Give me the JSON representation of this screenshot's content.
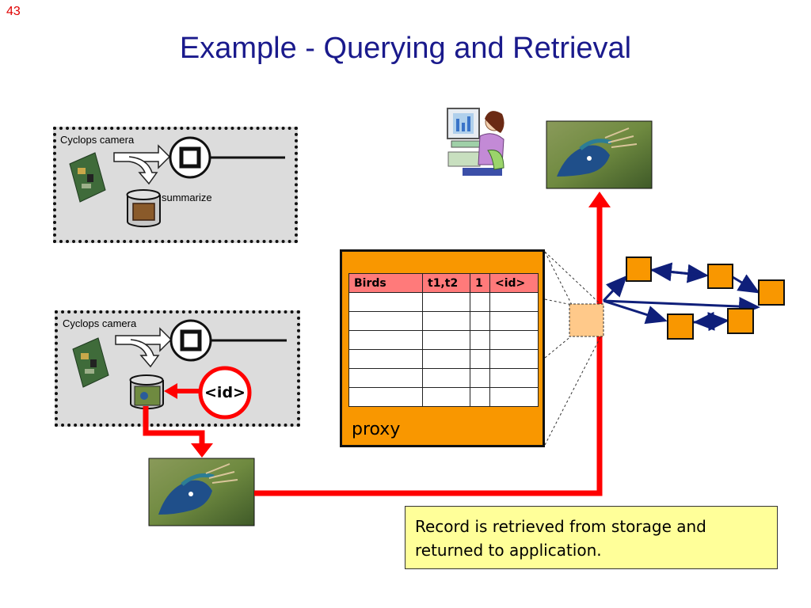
{
  "slide": {
    "number": "43",
    "title": "Example - Querying and Retrieval"
  },
  "node1": {
    "camera_label": "Cyclops camera",
    "summarize_label": "summarize"
  },
  "node2": {
    "camera_label": "Cyclops camera",
    "id_label": "<id>"
  },
  "proxy": {
    "label": "proxy",
    "table": {
      "headers": [
        "Birds",
        "t1,t2",
        "1",
        "<id>"
      ],
      "empty_rows": 6
    }
  },
  "caption": {
    "text": "Record is retrieved from storage and returned to application."
  },
  "colors": {
    "title": "#1a1a8c",
    "slide_number": "#e00000",
    "arrow": "#ff0000",
    "proxy_fill": "#f99700",
    "table_header": "#ff7a7a",
    "network_node": "#f99700",
    "network_edge": "#0f1f7a",
    "proxy_node": "#ffc98a",
    "caption_fill": "#ffff99"
  },
  "icons": [
    "user-at-computer-icon",
    "sensor-board-icon",
    "storage-cylinder-icon",
    "sensor-node-icon"
  ]
}
